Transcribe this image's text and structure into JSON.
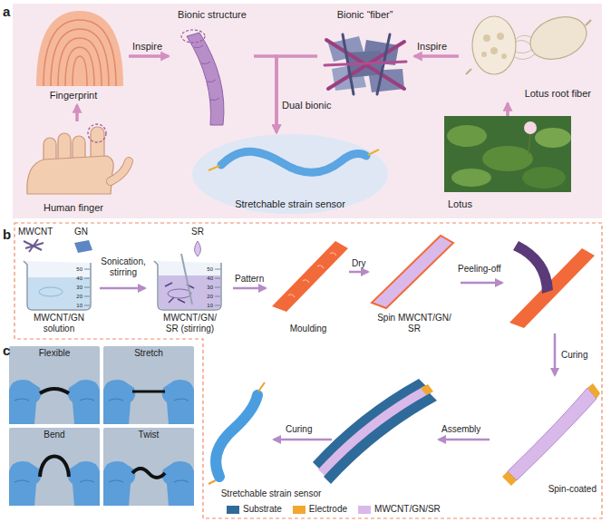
{
  "diagram": {
    "nodes": [
      {
        "text": [
          "Fingerprint"
        ]
      },
      {
        "text": [
          "Human finger"
        ]
      },
      {
        "text": [
          "Bionic structure"
        ]
      },
      {
        "text": [
          "Bionic “fiber”"
        ]
      },
      {
        "text": [
          "Stretchable strain sensor"
        ]
      },
      {
        "text": [
          "Lotus root fiber"
        ]
      },
      {
        "text": [
          "Lotus"
        ]
      },
      {
        "text": [
          "MWCNT/GN solution"
        ]
      },
      {
        "text": [
          "MWCNT/GN/ SR (stirring)"
        ]
      },
      {
        "text": [
          "Moulding"
        ]
      },
      {
        "text": [
          "Spin MWCNT/GN/ SR"
        ]
      },
      {
        "text": [
          "Spin-coated"
        ]
      },
      {
        "text": [
          "Stretchable strain sensor"
        ]
      },
      {
        "text": [
          "Flexible"
        ]
      },
      {
        "text": [
          "Stretch"
        ]
      },
      {
        "text": [
          "Bend"
        ]
      },
      {
        "text": [
          "Twist"
        ]
      }
    ],
    "edges": [
      {
        "from": 1,
        "to": 0,
        "arrow": "to"
      },
      {
        "from": 0,
        "to": 2,
        "label": "Inspire",
        "arrow": "to"
      },
      {
        "from": 5,
        "to": 3,
        "label": "Inspire",
        "arrow": "to"
      },
      {
        "from": 6,
        "to": 5,
        "arrow": "to"
      },
      {
        "from": 2,
        "to": 4,
        "label": "Dual bionic",
        "arrow": "to"
      },
      {
        "from": 3,
        "to": 4,
        "arrow": "to"
      },
      {
        "from": 7,
        "to": 8,
        "label": "Sonication, stirring",
        "arrow": "to"
      },
      {
        "from": 8,
        "to": 9,
        "label": "Pattern",
        "arrow": "to"
      },
      {
        "from": 9,
        "to": 10,
        "label": "Dry",
        "arrow": "to"
      }
    ],
    "labels": [
      "a",
      "b",
      "MWCNT",
      "GN",
      "50",
      "40",
      "30",
      "20",
      "10",
      "SR",
      "50",
      "40",
      "30",
      "20",
      "10",
      "Peeling-off",
      "Curing",
      "Assembly",
      "Curing",
      "c"
    ],
    "legend": [
      {
        "text": "Substrate",
        "color": "#2f6b9a"
      },
      {
        "text": "Electrode",
        "color": "#f0a830"
      },
      {
        "text": "MWCNT/GN/SR",
        "color": "#d9b9ea"
      }
    ]
  }
}
